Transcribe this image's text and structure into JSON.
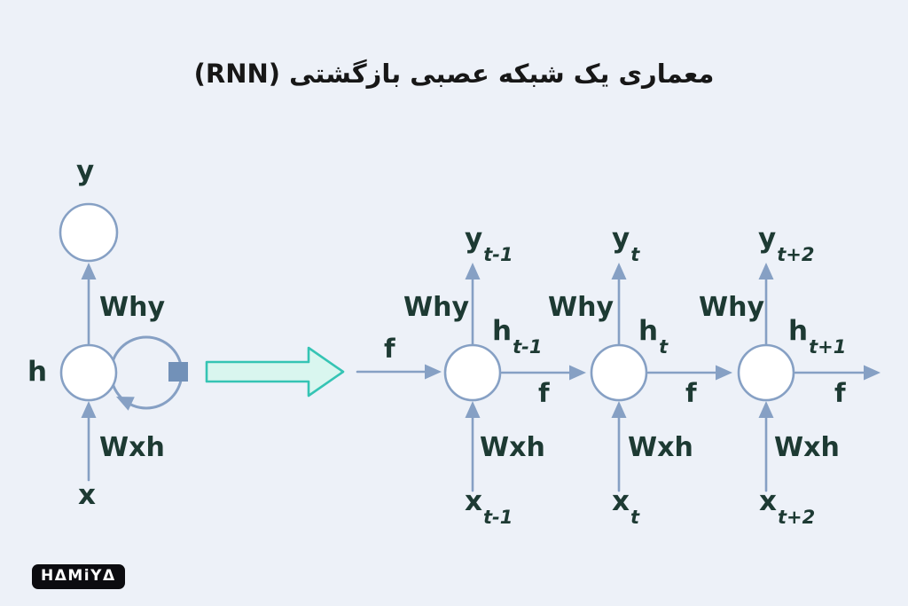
{
  "title": "معماری یک شبکه عصبی بازگشتی (RNN)",
  "colors": {
    "bg": "#edf1f8",
    "line": "#86a0c4",
    "ink": "#1d3a33",
    "inkTitle": "#171717",
    "tealFill": "#d9f6ef",
    "tealStroke": "#35c4b4",
    "nodeFill": "#ffffff",
    "squareFill": "#7291b8",
    "logoBg": "#0c0c10",
    "logoInk": "#ffffff"
  },
  "folded": {
    "output": "y",
    "hidden": "h",
    "input": "x",
    "why": "Why",
    "wxh": "Wxh"
  },
  "unfolded": {
    "f_in": "f",
    "nodes": [
      {
        "y_main": "y",
        "y_sub": "t-1",
        "why": "Why",
        "h_main": "h",
        "h_sub": "t-1",
        "wxh": "Wxh",
        "x_main": "x",
        "x_sub": "t-1",
        "f_out": "f"
      },
      {
        "y_main": "y",
        "y_sub": "t",
        "why": "Why",
        "h_main": "h",
        "h_sub": "t",
        "wxh": "Wxh",
        "x_main": "x",
        "x_sub": "t",
        "f_out": "f"
      },
      {
        "y_main": "y",
        "y_sub": "t+2",
        "why": "Why",
        "h_main": "h",
        "h_sub": "t+1",
        "wxh": "Wxh",
        "x_main": "x",
        "x_sub": "t+2",
        "f_out": "f"
      }
    ]
  },
  "logo": {
    "text": "HΔMiYΔ"
  }
}
